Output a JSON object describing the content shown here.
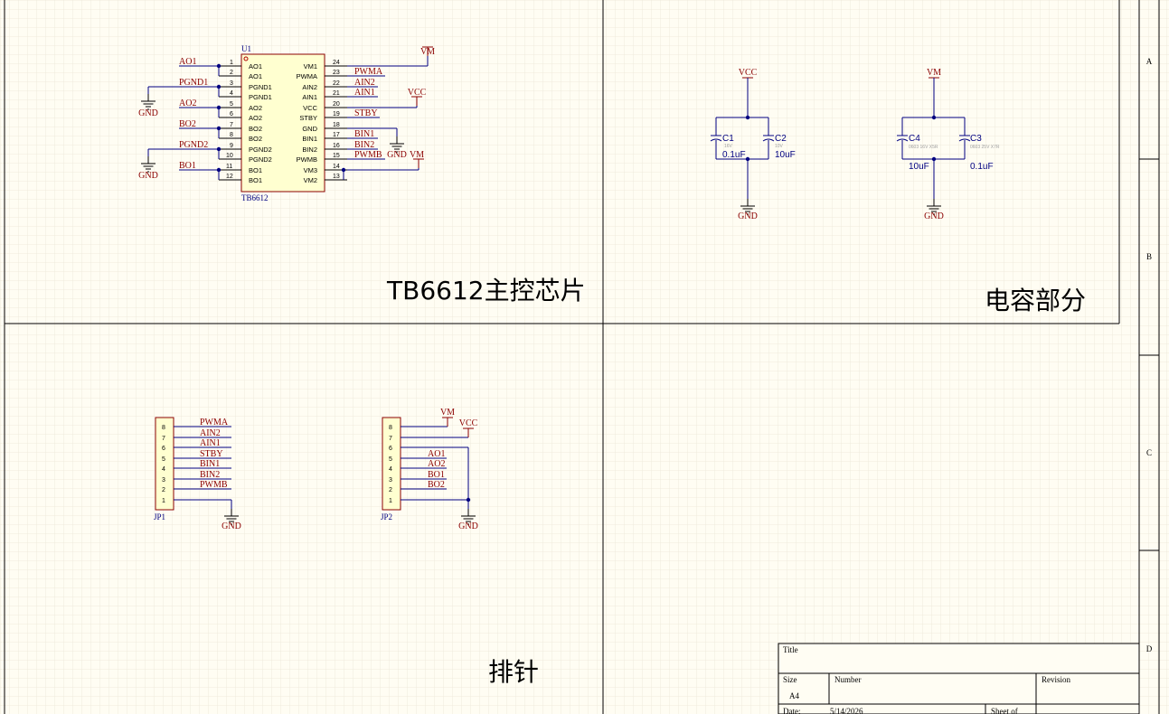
{
  "sections": {
    "main": "TB6612主控芯片",
    "caps": "电容部分",
    "header": "排针"
  },
  "zones": [
    "A",
    "B",
    "C",
    "D"
  ],
  "u1": {
    "designator": "U1",
    "part": "TB6612",
    "left_pins": [
      {
        "num": "1",
        "name": "AO1"
      },
      {
        "num": "2",
        "name": "AO1"
      },
      {
        "num": "3",
        "name": "PGND1"
      },
      {
        "num": "4",
        "name": "PGND1"
      },
      {
        "num": "5",
        "name": "AO2"
      },
      {
        "num": "6",
        "name": "AO2"
      },
      {
        "num": "7",
        "name": "BO2"
      },
      {
        "num": "8",
        "name": "BO2"
      },
      {
        "num": "9",
        "name": "PGND2"
      },
      {
        "num": "10",
        "name": "PGND2"
      },
      {
        "num": "11",
        "name": "BO1"
      },
      {
        "num": "12",
        "name": "BO1"
      }
    ],
    "right_pins": [
      {
        "num": "24",
        "name": "VM1"
      },
      {
        "num": "23",
        "name": "PWMA"
      },
      {
        "num": "22",
        "name": "AIN2"
      },
      {
        "num": "21",
        "name": "AIN1"
      },
      {
        "num": "20",
        "name": "VCC"
      },
      {
        "num": "19",
        "name": "STBY"
      },
      {
        "num": "18",
        "name": "GND"
      },
      {
        "num": "17",
        "name": "BIN1"
      },
      {
        "num": "16",
        "name": "BIN2"
      },
      {
        "num": "15",
        "name": "PWMB"
      },
      {
        "num": "14",
        "name": "VM3"
      },
      {
        "num": "13",
        "name": "VM2"
      }
    ],
    "left_nets": [
      "AO1",
      "PGND1",
      "AO2",
      "BO2",
      "PGND2",
      "BO1"
    ],
    "right_nets": [
      "PWMA",
      "AIN2",
      "AIN1",
      "STBY",
      "BIN1",
      "BIN2",
      "PWMB"
    ]
  },
  "power": {
    "vm": "VM",
    "vcc": "VCC",
    "gnd": "GND"
  },
  "caps": [
    {
      "ref": "C1",
      "value": "0.1uF",
      "note": "16V"
    },
    {
      "ref": "C2",
      "value": "10uF",
      "note": "10V"
    },
    {
      "ref": "C4",
      "value": "10uF",
      "note": "0603 16V X5R"
    },
    {
      "ref": "C3",
      "value": "0.1uF",
      "note": "0603 25V X7R"
    }
  ],
  "jp1": {
    "designator": "JP1",
    "pins": [
      "8",
      "7",
      "6",
      "5",
      "4",
      "3",
      "2",
      "1"
    ],
    "nets": [
      "PWMA",
      "AIN2",
      "AIN1",
      "STBY",
      "BIN1",
      "BIN2",
      "PWMB"
    ]
  },
  "jp2": {
    "designator": "JP2",
    "pins": [
      "8",
      "7",
      "6",
      "5",
      "4",
      "3",
      "2",
      "1"
    ],
    "nets": [
      "AO1",
      "AO2",
      "BO1",
      "BO2"
    ]
  },
  "titleblock": {
    "title": "Title",
    "size": "Size",
    "size_val": "A4",
    "number": "Number",
    "revision": "Revision",
    "date": "Date:",
    "date_val": "5/14/2026",
    "sheet": "Sheet   of"
  },
  "colors": {
    "wire": "#000080",
    "net": "#8b0000",
    "body": "#ffffd0",
    "grid": "#ece8dc"
  }
}
